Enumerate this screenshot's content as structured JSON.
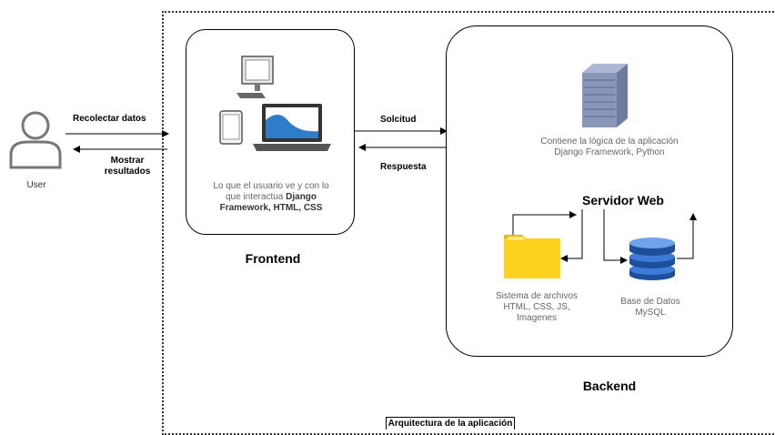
{
  "user": {
    "label": "User"
  },
  "arrows": {
    "recolectar": "Recolectar datos",
    "mostrar_line1": "Mostrar",
    "mostrar_line2": "resultados",
    "solicitud": "Solcitud",
    "respuesta": "Respuesta"
  },
  "frontend": {
    "desc_line1": "Lo que el usuario ve y con lo",
    "desc_line2_plain": "que interactua ",
    "desc_line2_bold": "Django",
    "desc_line3": "Framework, HTML, CSS",
    "title": "Frontend"
  },
  "backend": {
    "server_desc_line1": "Contiene la lógica de la aplicación",
    "server_desc_line2": "Django Framework, Python",
    "server_title": "Servidor Web",
    "files_line1": "Sistema de archivos",
    "files_line2": "HTML, CSS, JS,",
    "files_line3": "Imagenes",
    "db_line1": "Base de Datos",
    "db_line2": "MySQL",
    "title": "Backend"
  },
  "caption": "Arquitectura de la aplicación",
  "colors": {
    "folder": "#FFD21F",
    "folder_dark": "#E6B800",
    "db": "#1E4F9A",
    "db_light": "#3C7BD8",
    "server": "#8A96B8",
    "laptop_screen": "#2E7DC8"
  }
}
